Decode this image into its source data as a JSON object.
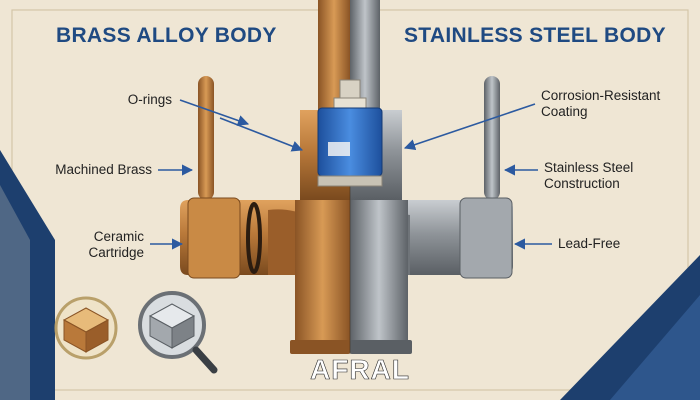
{
  "headings": {
    "left": "BRASS ALLOY BODY",
    "right": "STAINLESS STEEL BODY"
  },
  "callouts": {
    "brass": [
      {
        "id": "o-rings",
        "lines": [
          "O-rings"
        ]
      },
      {
        "id": "machined-brass",
        "lines": [
          "Machined Brass"
        ]
      },
      {
        "id": "ceramic-cartridge",
        "lines": [
          "Ceramic",
          "Cartridge"
        ]
      }
    ],
    "steel": [
      {
        "id": "corrosion-resistant-coating",
        "lines": [
          "Corrosion-Resistant",
          "Coating"
        ]
      },
      {
        "id": "stainless-steel-construction",
        "lines": [
          "Stainless Steel",
          "Construction"
        ]
      },
      {
        "id": "lead-free",
        "lines": [
          "Lead-Free"
        ]
      }
    ]
  },
  "brand": {
    "logo_text": "AFRAL"
  },
  "colors": {
    "background": "#efe6d4",
    "heading": "#1f4a82",
    "accent_navy": "#1d3f6e",
    "brass": "#b9793a",
    "steel": "#8f9499",
    "cartridge_blue": "#2f6fc8",
    "arrow": "#2c5aa0"
  },
  "icons": [
    "brass-cube-magnifier-icon",
    "steel-cube-magnifier-icon"
  ]
}
